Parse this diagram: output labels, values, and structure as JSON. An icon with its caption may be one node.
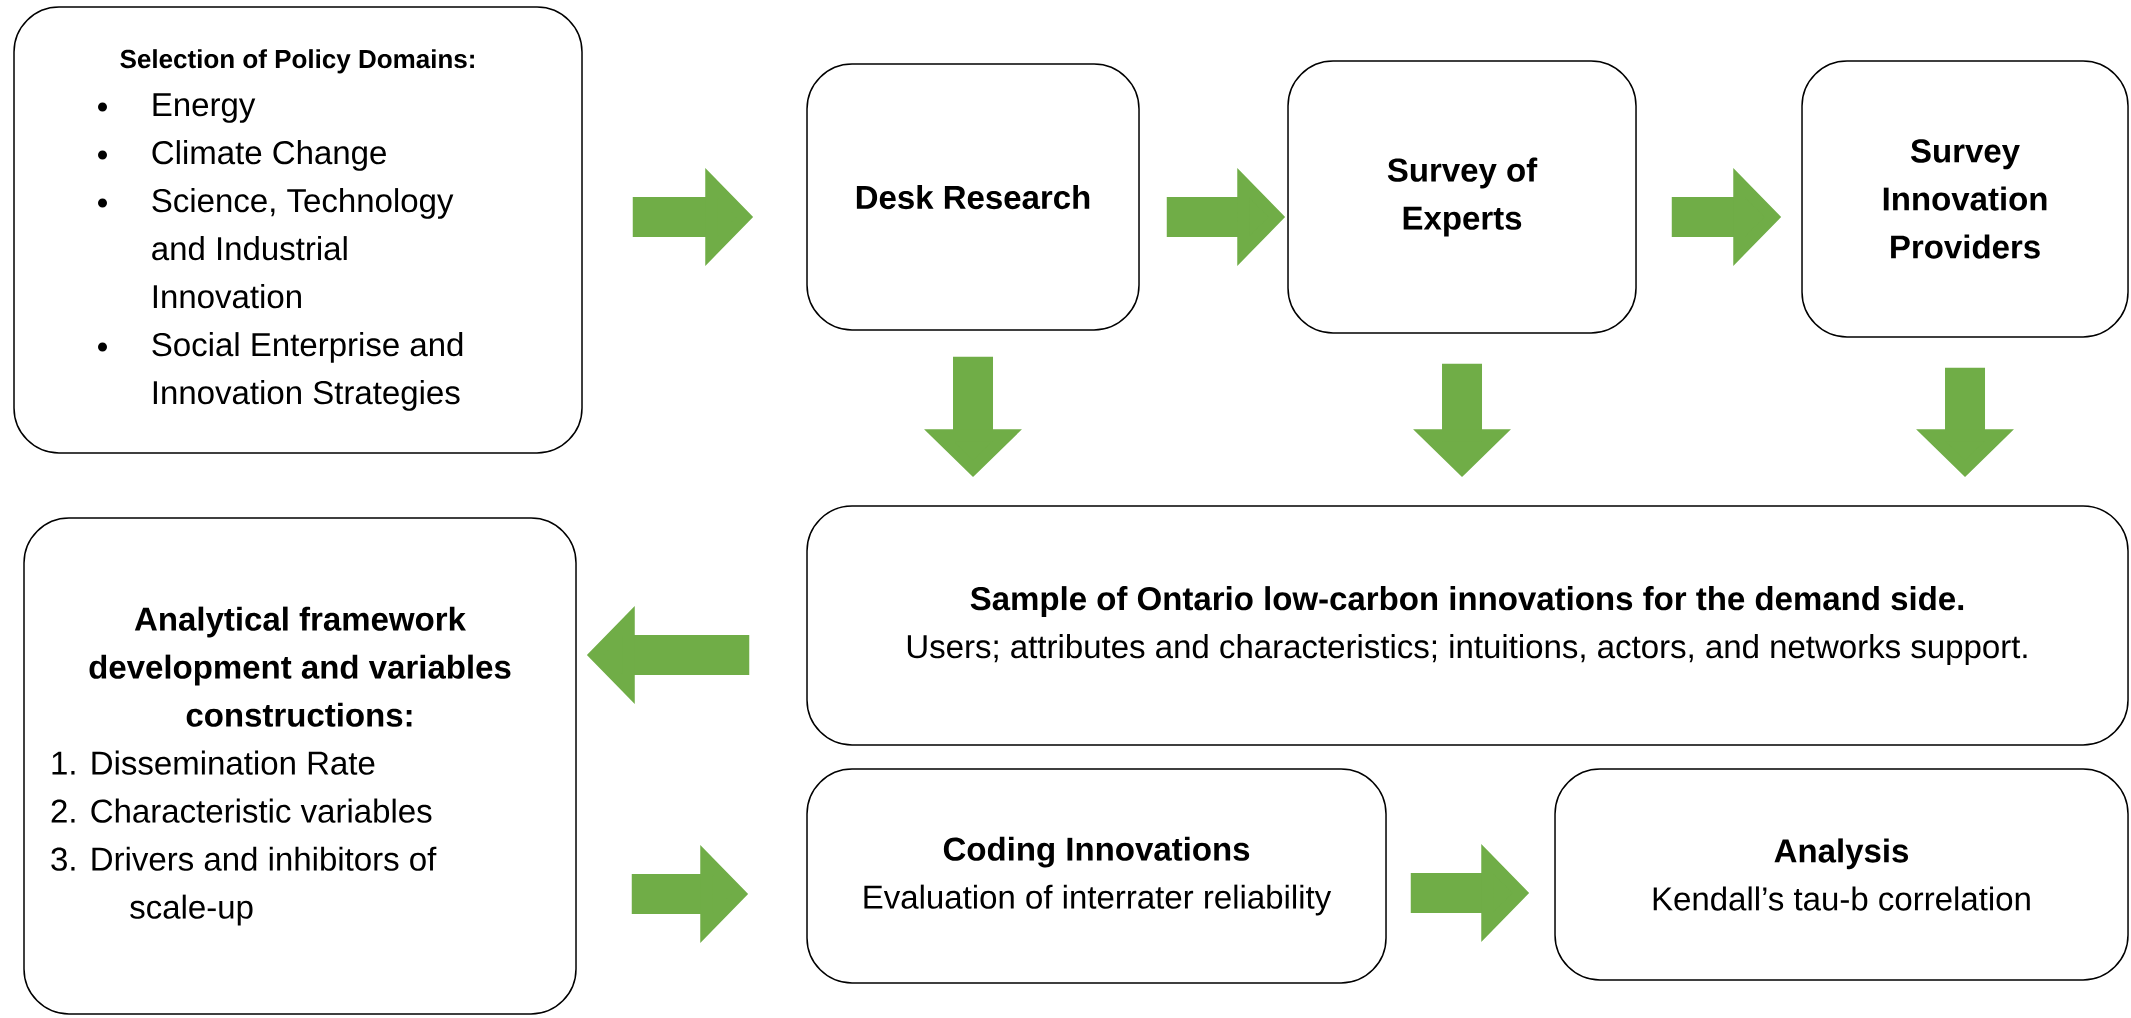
{
  "diagram": {
    "nodes": [
      {
        "text": [
          "Selection of Policy Domains:",
          "Energy",
          "Climate Change",
          "Science, Technology and Industrial Innovation",
          "Social Enterprise and Innovation Strategies"
        ]
      },
      {
        "text": [
          "Desk Research"
        ]
      },
      {
        "text": [
          "Survey of Experts"
        ]
      },
      {
        "text": [
          "Survey Innovation Providers"
        ]
      },
      {
        "text": [
          "Sample of Ontario low-carbon innovations for the demand side.",
          "Users; attributes and characteristics; intuitions, actors, and networks support."
        ]
      },
      {
        "text": [
          "Analytical framework development and variables constructions:",
          "1. Dissemination Rate",
          "2. Characteristic variables",
          "3. Drivers and inhibitors of scale-up"
        ]
      },
      {
        "text": [
          "Coding Innovations",
          "Evaluation of interrater reliability"
        ]
      },
      {
        "text": [
          "Analysis",
          "Kendall’s tau-b correlation"
        ]
      }
    ],
    "edges": [
      {
        "from": 0,
        "to": 1,
        "arrow": "to"
      },
      {
        "from": 1,
        "to": 2,
        "arrow": "to"
      },
      {
        "from": 2,
        "to": 3,
        "arrow": "to"
      },
      {
        "from": 1,
        "to": 4,
        "arrow": "to"
      },
      {
        "from": 2,
        "to": 4,
        "arrow": "to"
      },
      {
        "from": 3,
        "to": 4,
        "arrow": "to"
      },
      {
        "from": 4,
        "to": 5,
        "arrow": "to"
      },
      {
        "from": 5,
        "to": 6,
        "arrow": "to"
      },
      {
        "from": 6,
        "to": 7,
        "arrow": "to"
      }
    ]
  }
}
